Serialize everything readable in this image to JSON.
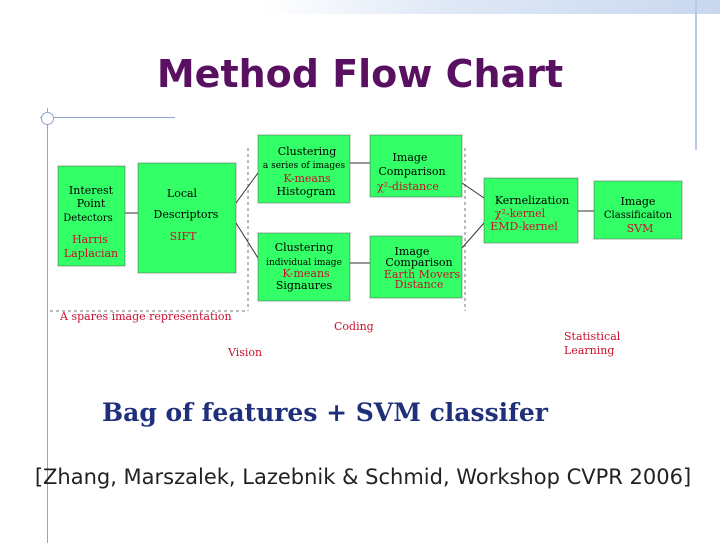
{
  "title": "Method Flow Chart",
  "caption": "Bag of features + SVM classifer",
  "reference": "[Zhang, Marszalek, Lazebnik & Schmid, Workshop CVPR 2006]",
  "colors": {
    "box": "#33ff66",
    "title": "#5a1060",
    "red": "#c8102e",
    "caption": "#1f2f7a"
  },
  "diagram": {
    "interest": {
      "l1": "Interest",
      "l2": "Point",
      "l3": "Detectors",
      "r1": "Harris",
      "r2": "Laplacian"
    },
    "local": {
      "l1": "Local",
      "l2": "Descriptors",
      "r1": "SIFT"
    },
    "clust1": {
      "l1": "Clustering",
      "l2": "a series of images",
      "r1": "K-means",
      "l3": "Histogram"
    },
    "clust2": {
      "l1": "Clustering",
      "l2": "individual image",
      "r1": "K-means",
      "l3": "Signaures"
    },
    "comp1": {
      "l1": "Image",
      "l2": "Comparison",
      "r1": "χ²-distance"
    },
    "comp2": {
      "l1": "Image",
      "l2": "Comparison",
      "r1": "Earth Movers",
      "r2": "Distance"
    },
    "kernel": {
      "l1": "Kernelization",
      "r1": "χ²-kernel",
      "r2": "EMD-kernel"
    },
    "classif": {
      "l1": "Image",
      "l2": "Classificaiton",
      "r1": "SVM"
    },
    "label_sparse": "A spares image representation",
    "label_coding": "Coding",
    "label_vision": "Vision",
    "label_stat1": "Statistical",
    "label_stat2": "Learning"
  }
}
